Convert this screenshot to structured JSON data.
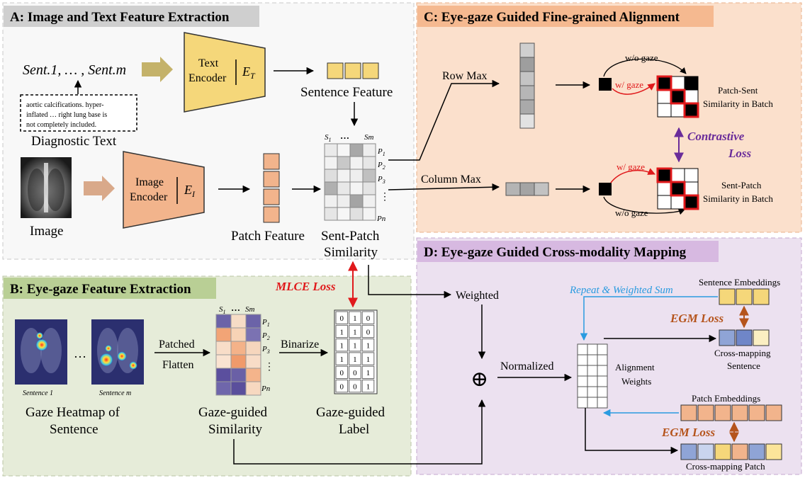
{
  "panels": {
    "a": {
      "title": "A: Image and Text Feature Extraction"
    },
    "b": {
      "title": "B: Eye-gaze Feature Extraction"
    },
    "c": {
      "title": "C: Eye-gaze Guided Fine-grained Alignment"
    },
    "d": {
      "title": "D: Eye-gaze Guided Cross-modality Mapping"
    }
  },
  "text_input": {
    "sentences": "Sent.1, … , Sent.m",
    "report_lines": [
      "aortic calcifications. hyper-",
      "inflated … right lung base is",
      "not completely included."
    ],
    "caption": "Diagnostic Text"
  },
  "image_input": {
    "caption": "Image"
  },
  "text_encoder": {
    "line1": "Text",
    "line2": "Encoder",
    "symbol": "E",
    "sub": "T"
  },
  "image_encoder": {
    "line1": "Image",
    "line2": "Encoder",
    "symbol": "E",
    "sub": "I"
  },
  "features": {
    "sentence": "Sentence Feature",
    "patch": "Patch Feature"
  },
  "sent_patch": {
    "col_first": "S",
    "col_first_sub": "1",
    "col_dots": "…",
    "col_last": "Sm",
    "rows": [
      {
        "main": "P",
        "sub": "1"
      },
      {
        "main": "P",
        "sub": "2"
      },
      {
        "main": "P",
        "sub": "3"
      },
      {
        "main": "⋮",
        "sub": ""
      },
      {
        "main": "Pn",
        "sub": ""
      }
    ],
    "caption_line1": "Sent-Patch",
    "caption_line2": "Similarity"
  },
  "mlce_loss": "MLCE Loss",
  "gaze_panel": {
    "heatmap_labels": [
      "Sentence 1",
      "Sentence m"
    ],
    "dots": "…",
    "caption_line1": "Gaze Heatmap of",
    "caption_line2": "Sentence",
    "patched": "Patched",
    "flatten": "Flatten",
    "binarize": "Binarize",
    "similarity_caption_line1": "Gaze-guided",
    "similarity_caption_line2": "Similarity",
    "label_caption_line1": "Gaze-guided",
    "label_caption_line2": "Label"
  },
  "gaze_similarity_header": {
    "first": "S",
    "first_sub": "1",
    "dots": "…",
    "last": "Sm"
  },
  "gaze_label": {
    "rows": [
      [
        "0",
        "1",
        "0"
      ],
      [
        "1",
        "1",
        "0"
      ],
      [
        "1",
        "1",
        "1"
      ],
      [
        "1",
        "1",
        "1"
      ],
      [
        "0",
        "0",
        "1"
      ],
      [
        "0",
        "0",
        "1"
      ]
    ]
  },
  "alignment": {
    "row_max": "Row Max",
    "column_max": "Column Max",
    "wo_gaze": "w/o gaze",
    "w_gaze": "w/ gaze",
    "patch_sent_line1": "Patch-Sent",
    "patch_sent_line2": "Similarity in Batch",
    "sent_patch_line1": "Sent-Patch",
    "sent_patch_line2": "Similarity in Batch",
    "contrastive_line1": "Contrastive",
    "contrastive_line2": "Loss"
  },
  "mapping": {
    "weighted": "Weighted",
    "normalized": "Normalized",
    "plus": "⊕",
    "repeat": "Repeat & Weighted Sum",
    "sentence_embeddings": "Sentence Embeddings",
    "egm_loss": "EGM Loss",
    "cross_sentence_line1": "Cross-mapping",
    "cross_sentence_line2": "Sentence",
    "alignment_weights_line1": "Alignment",
    "alignment_weights_line2": "Weights",
    "patch_embeddings": "Patch Embeddings",
    "cross_patch": "Cross-mapping Patch"
  },
  "colors": {
    "yellow": "#f5d77a",
    "salmon": "#f2b48c",
    "purple_accent": "#6a2c9a",
    "red_accent": "#e0191b",
    "brown_accent": "#b5541c",
    "blue_accent": "#2a9be0"
  }
}
